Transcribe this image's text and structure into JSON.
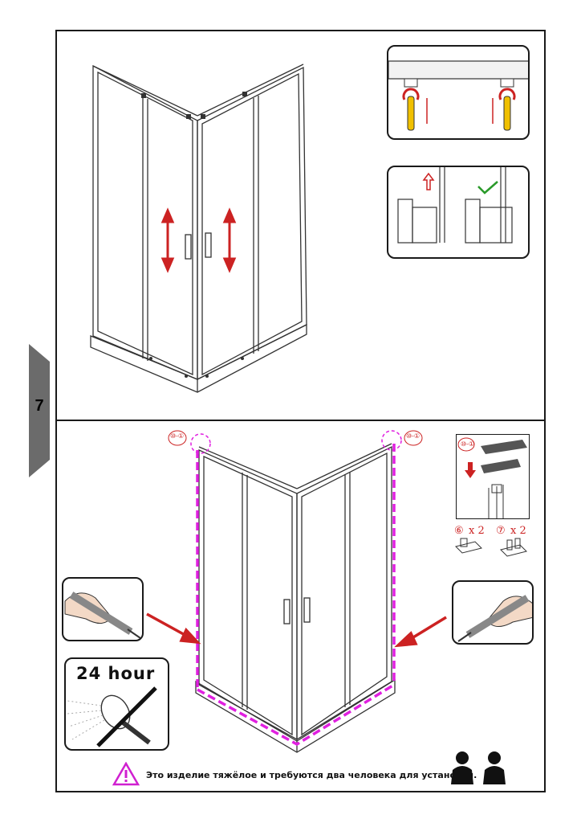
{
  "page": {
    "number": "7"
  },
  "top_section": {
    "illustration": "corner-shower-enclosure",
    "detail_adjust": {
      "icon": "screwdriver-icon"
    },
    "detail_clip": {
      "icon": "check-icon"
    }
  },
  "bottom_section": {
    "callout_left": "⑩-①",
    "callout_right": "⑩-①",
    "parts_callout": "⑩-①",
    "part_6": {
      "number": "⑥",
      "qty": "x 2"
    },
    "part_7": {
      "number": "⑦",
      "qty": "x 2"
    },
    "cure_time": "24 hour",
    "warning": "Это изделие тяжёлое и требуются два человека для установки."
  },
  "colors": {
    "arrow": "#cc2222",
    "seal": "#e020e0",
    "screwdriver": "#f0c000",
    "check": "#2a9a2a"
  }
}
